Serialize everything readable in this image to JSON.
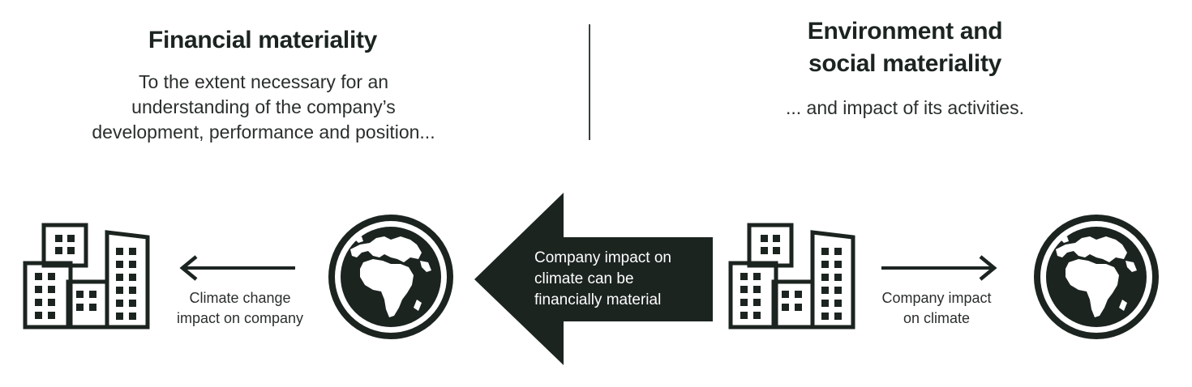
{
  "left": {
    "title": "Financial materiality",
    "body_lines": [
      "To the extent necessary for an",
      "understanding of the company’s",
      "development, performance and position..."
    ]
  },
  "right": {
    "title_lines": [
      "Environment and",
      "social materiality"
    ],
    "body": "... and impact of its activities."
  },
  "labels": {
    "left_arrow": [
      "Climate change",
      "impact on company"
    ],
    "big_arrow": [
      "Company impact on",
      "climate can be",
      "financially material"
    ],
    "right_arrow": [
      "Company impact",
      "on climate"
    ]
  },
  "icons": {
    "buildings": "office-buildings-icon",
    "globe": "globe-icon",
    "arrow": "arrow-icon"
  },
  "colors": {
    "ink": "#1c2420",
    "text": "#2a2f2c",
    "white": "#ffffff"
  }
}
